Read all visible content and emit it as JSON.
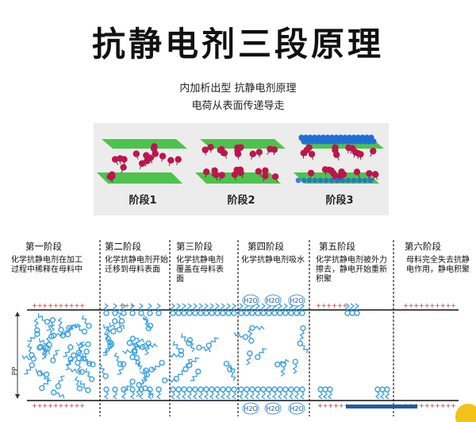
{
  "header": {
    "title": "抗静电剂三段原理",
    "subtitle_line1": "内加析出型 抗静电剂原理",
    "subtitle_line2": "电荷从表面传递导走"
  },
  "stage_figures": [
    {
      "label": "阶段1"
    },
    {
      "label": "阶段2"
    },
    {
      "label": "阶段3"
    }
  ],
  "process": {
    "side_label": "PP",
    "columns": [
      {
        "title": "第一阶段",
        "desc_lines": [
          "化学抗静电剂在加工",
          "过程中稀释在母料中"
        ]
      },
      {
        "title": "第二阶段",
        "desc_lines": [
          "化学抗静电剂开始",
          "迁移到母料表面"
        ]
      },
      {
        "title": "第三阶段",
        "desc_lines": [
          "化学抗静电剂",
          "覆盖在母料表",
          "面"
        ]
      },
      {
        "title": "第四阶段",
        "desc_lines": [
          "化学抗静电剂吸水"
        ]
      },
      {
        "title": "第五阶段",
        "desc_lines": [
          "化学抗静电剂被外力",
          "擦去，静电开始重新",
          "积聚"
        ]
      },
      {
        "title": "第六阶段",
        "desc_lines": [
          "母料完全失去抗静",
          "电作用，静电积聚"
        ]
      }
    ],
    "water_label": "H2O",
    "plus_signs": "++++++++++"
  },
  "colors": {
    "film_green": "#3cbf3c",
    "molecule_red": "#c0144c",
    "molecule_blue": "#1e6fd6",
    "chain_blue": "#3aa0e6",
    "plus_red": "#e02020"
  }
}
